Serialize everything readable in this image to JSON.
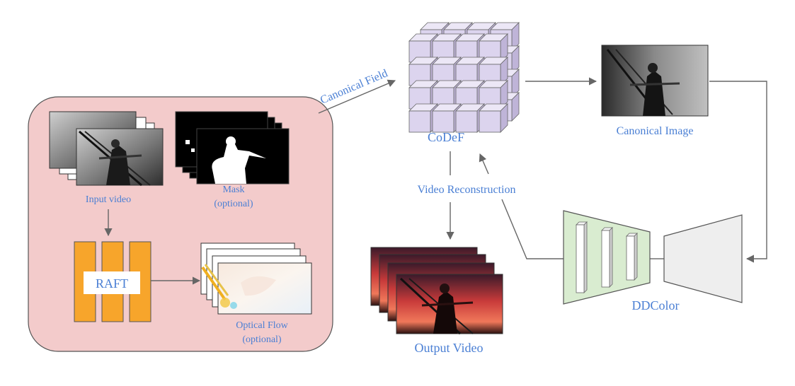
{
  "labels": {
    "input_video": "Input video",
    "mask": "Mask",
    "mask_optional": "(optional)",
    "raft": "RAFT",
    "optical_flow": "Optical Flow",
    "optical_flow_optional": "(optional)",
    "canonical_field": "Canonical Field",
    "codef": "CoDeF",
    "video_reconstruction": "Video Reconstruction",
    "output_video": "Output Video",
    "canonical_image": "Canonical Image",
    "ddcolor": "DDColor"
  },
  "colors": {
    "preprocess_panel": "#f3cbcb",
    "raft_bars": "#f7a52b",
    "cube_face": "#dcd4ee",
    "ddcolor_encoder": "#d9ecd0",
    "ddcolor_decoder": "#eeeeee",
    "label_text": "#4a7fd4"
  }
}
